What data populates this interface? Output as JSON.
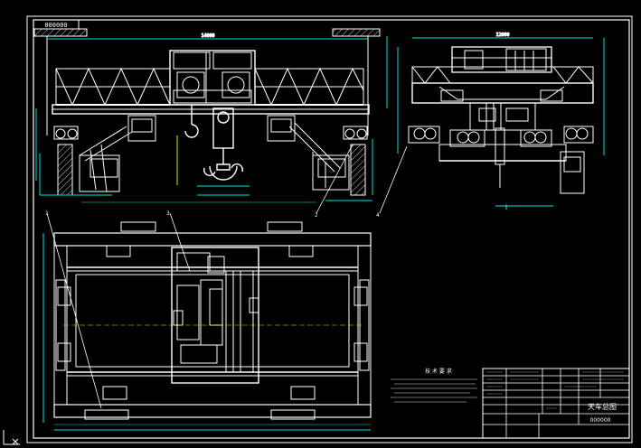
{
  "drawing": {
    "code_top": "000000",
    "code_bottom": "000000",
    "title_cn": "天车总图",
    "notes_heading": "技 术 要 求",
    "balloons": [
      "1",
      "2",
      "3",
      "4"
    ],
    "colors": {
      "background": "#000000",
      "line_white": "#ffffff",
      "dim_cyan": "#00e5e5",
      "dim_green": "#33dd44",
      "dim_yellow": "#e5e500",
      "dim_red": "#e03030"
    }
  }
}
